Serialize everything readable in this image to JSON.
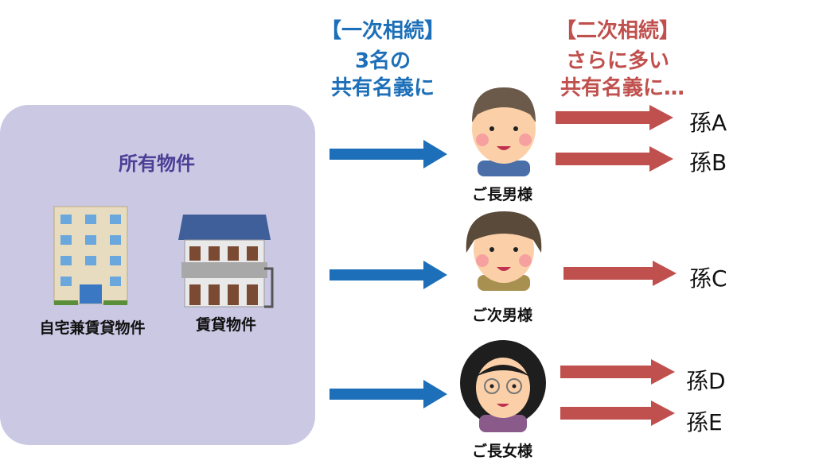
{
  "property_box": {
    "title": "所有物件",
    "items": [
      {
        "label": "自宅兼賃貸物件"
      },
      {
        "label": "賃貸物件"
      }
    ]
  },
  "first_inheritance": {
    "title": "【一次相続】",
    "line1": "3名の",
    "line2": "共有名義に"
  },
  "second_inheritance": {
    "title": "【二次相続】",
    "line1": "さらに多い",
    "line2": "共有名義に…"
  },
  "heirs": [
    {
      "label": "ご長男様"
    },
    {
      "label": "ご次男様"
    },
    {
      "label": "ご長女様"
    }
  ],
  "grandchildren": [
    "孫A",
    "孫B",
    "孫C",
    "孫D",
    "孫E"
  ],
  "colors": {
    "blue": "#1c6fb8",
    "red": "#c0504d",
    "box": "#cbc8e4"
  }
}
